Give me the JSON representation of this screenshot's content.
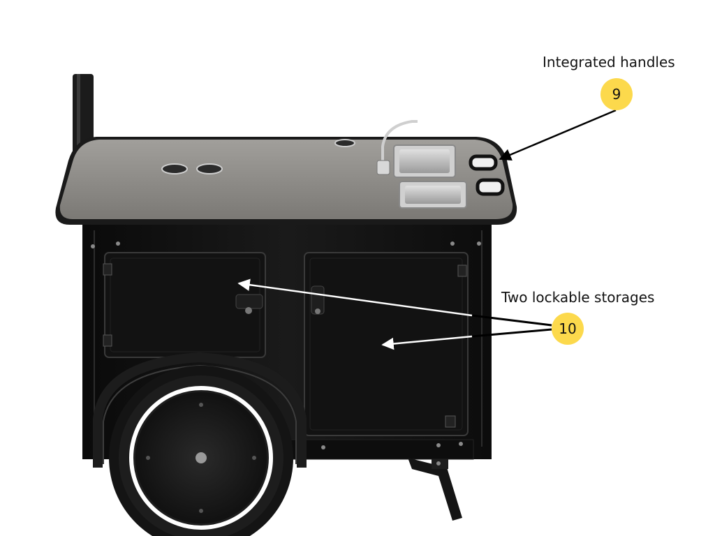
{
  "annotations": [
    {
      "label": "Integrated handles",
      "number": "9"
    },
    {
      "label": "Two lockable storages",
      "number": "10"
    }
  ],
  "colors": {
    "badge": "#fcd94c",
    "cart_body": "#111111",
    "countertop": "#8e8c89",
    "arrow": "#000000"
  }
}
